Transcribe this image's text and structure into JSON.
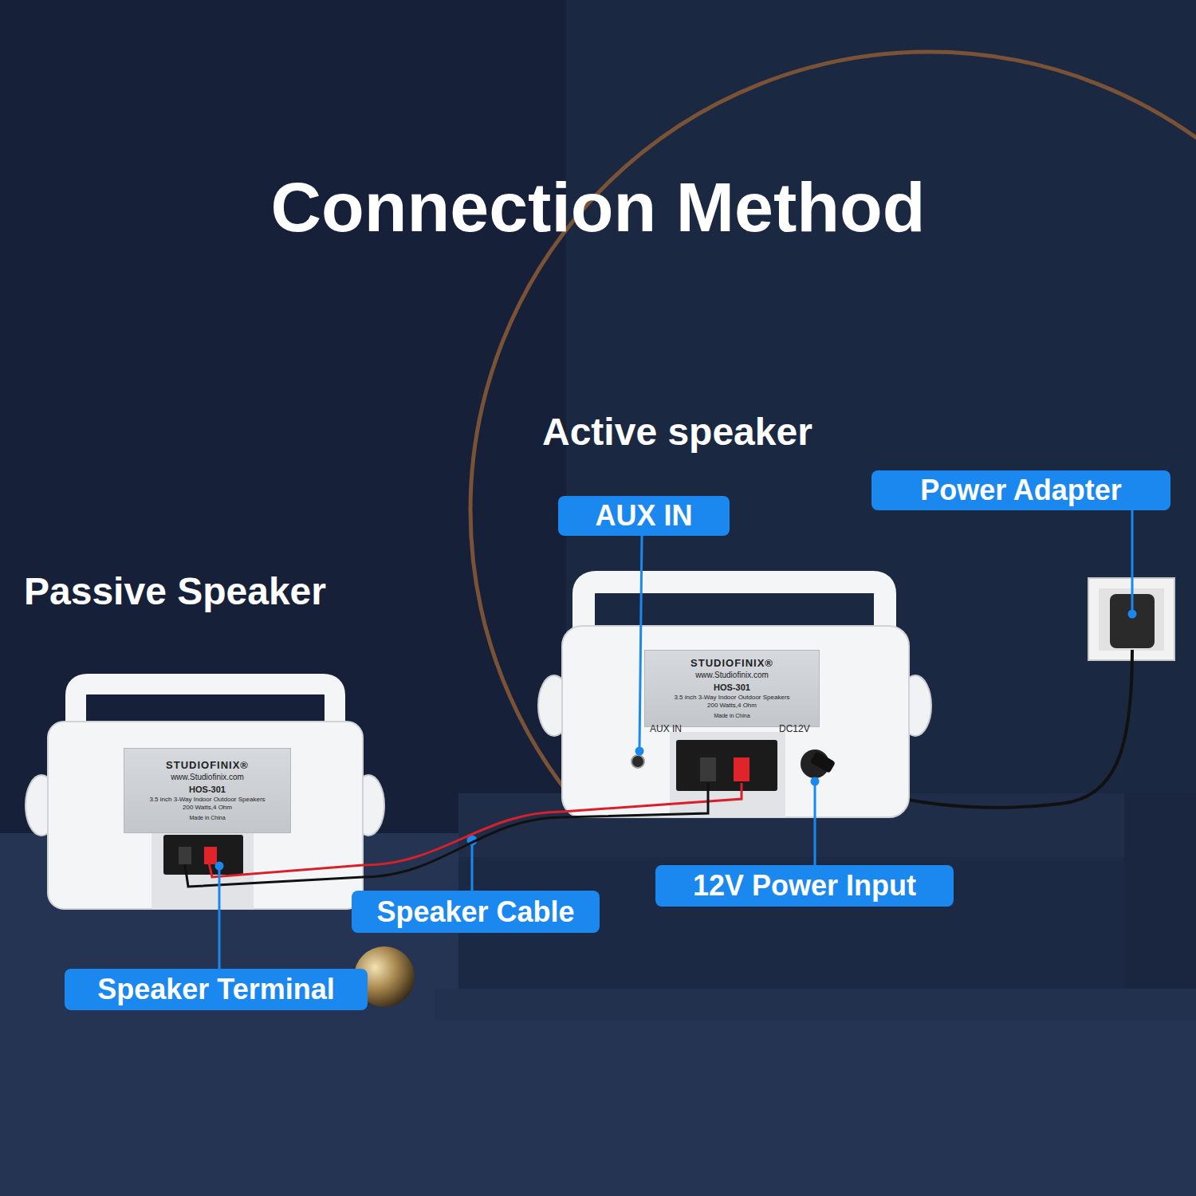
{
  "diagram": {
    "title": "Connection Method",
    "nodes": [
      {
        "text": [
          "Passive Speaker"
        ]
      },
      {
        "text": [
          "STUDIOFINIX®",
          "www.Studiofinix.com",
          "HOS-301",
          "3.5 inch 3-Way Indoor Outdoor Speakers",
          "200 Watts,4 Ohm",
          "Made in China"
        ],
        "in": 0
      },
      {
        "text": [
          "Active speaker",
          "AUX IN",
          "DC12V"
        ]
      },
      {
        "text": [
          "STUDIOFINIX®",
          "www.Studiofinix.com",
          "HOS-301",
          "3.5 inch 3-Way Indoor Outdoor Speakers",
          "200 Watts,4 Ohm",
          "Made in China"
        ],
        "in": 2
      },
      {
        "text": [
          "AUX IN"
        ]
      },
      {
        "text": [
          "Power Adapter"
        ]
      },
      {
        "text": [
          "Speaker Cable"
        ]
      },
      {
        "text": [
          "12V Power Input"
        ]
      },
      {
        "text": [
          "Speaker Terminal"
        ]
      }
    ],
    "edges": [
      {
        "from": 0,
        "to": 2,
        "arrow": "none"
      }
    ]
  }
}
